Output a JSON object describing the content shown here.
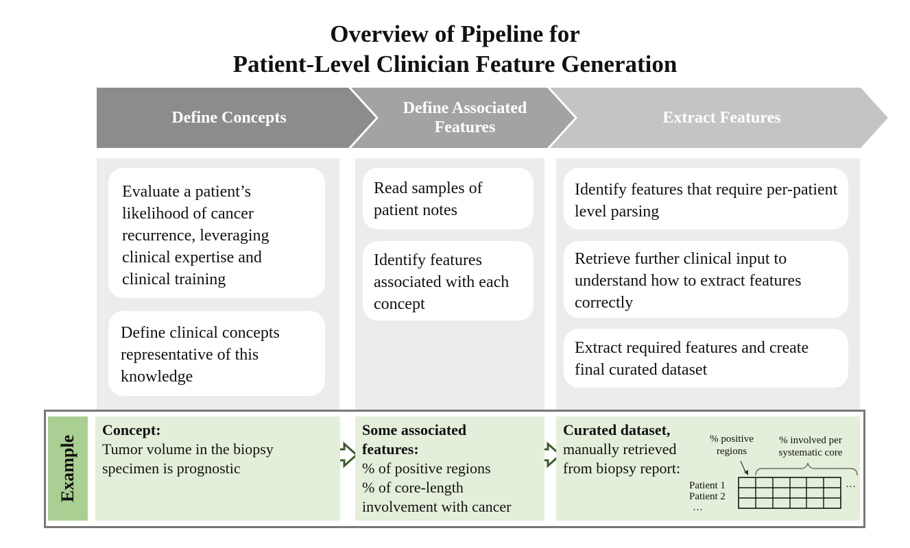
{
  "title": {
    "line1": "Overview of Pipeline for",
    "line2": "Patient-Level Clinician Feature Generation"
  },
  "stages": [
    {
      "label": "Define Concepts",
      "color": "#8c8c8c"
    },
    {
      "label": "Define Associated Features",
      "color": "#a3a3a3"
    },
    {
      "label": "Extract Features",
      "color": "#c4c4c4"
    }
  ],
  "columns": [
    {
      "cards": [
        "Evaluate a patient’s likelihood of cancer recurrence, leveraging clinical expertise and clinical training",
        "Define clinical concepts representative of this knowledge"
      ]
    },
    {
      "cards": [
        "Read samples of patient notes",
        "Identify features associated with each concept"
      ]
    },
    {
      "cards": [
        "Identify features that require per-patient level parsing",
        "Retrieve further clinical input to understand how to extract features correctly",
        "Extract required features and create final curated dataset"
      ]
    }
  ],
  "example": {
    "tab_label": "Example",
    "concept_heading": "Concept:",
    "concept_text": "Tumor volume in the biopsy specimen is prognostic",
    "features_heading_1": "Some associated",
    "features_heading_2": "features:",
    "feature_1": "% of positive regions",
    "feature_2": "% of core-length",
    "feature_3": "involvement with cancer",
    "dataset_heading": "Curated dataset,",
    "dataset_line_1": "manually retrieved",
    "dataset_line_2": "from biopsy report:",
    "pos_regions_1": "% positive",
    "pos_regions_2": "regions",
    "involved_1": "% involved per",
    "involved_2": "systematic core",
    "patient_1": "Patient 1",
    "patient_2": "Patient 2",
    "ellipsis_rows": "…",
    "ellipsis_cols": "…"
  },
  "colors": {
    "example_tab": "#a9cf92",
    "example_box": "#e3efda",
    "arrow_outline": "#3d5a2a",
    "column_bg": "#ececec"
  }
}
